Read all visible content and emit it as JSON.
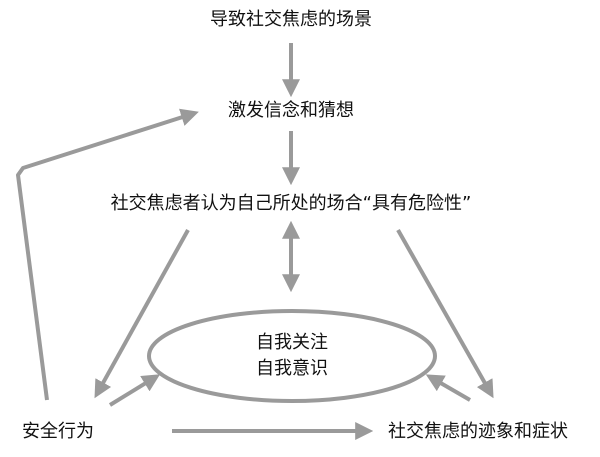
{
  "nodes": {
    "trigger": "导致社交焦虑的场景",
    "thoughts": "激发信念和猜想",
    "perception": "社交焦虑者认为自己所处的场合“具有危险性”",
    "self_focus_line1": "自我关注",
    "self_focus_line2": "自我意识",
    "safety_behavior": "安全行为",
    "symptoms": "社交焦虑的迹象和症状"
  },
  "colors": {
    "arrow": "#9a9a9a",
    "text": "#111111",
    "background": "#ffffff"
  }
}
